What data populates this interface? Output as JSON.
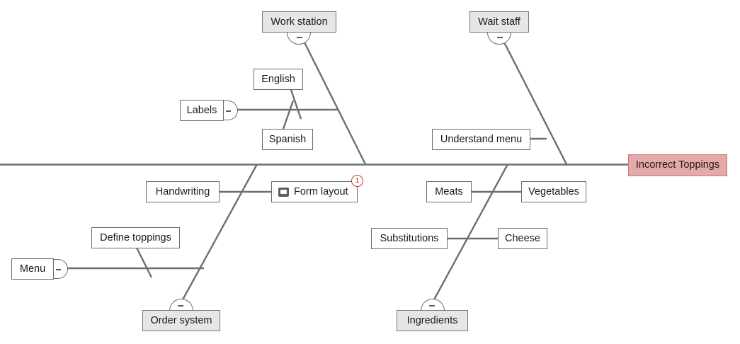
{
  "diagram": {
    "type": "fishbone-ishikawa",
    "effect": {
      "label": "Incorrect Toppings",
      "fill_color": "#e6a9a9",
      "border_color": "#c07c7c"
    },
    "spine_color": "#6e6e6e",
    "category_fill_color": "#e6e6e6",
    "categories": [
      {
        "id": "work-station",
        "label": "Work station",
        "position": "top",
        "collapse_handle": "minus",
        "sub_spines": [
          {
            "id": "labels",
            "label": "Labels",
            "collapse_handle": "minus",
            "causes": [
              "English",
              "Spanish"
            ]
          }
        ]
      },
      {
        "id": "wait-staff",
        "label": "Wait staff",
        "position": "top",
        "collapse_handle": "minus",
        "causes": [
          "Understand menu"
        ]
      },
      {
        "id": "order-system",
        "label": "Order system",
        "position": "bottom",
        "collapse_handle": "minus",
        "causes": [
          "Handwriting",
          "Form layout"
        ],
        "sub_spines": [
          {
            "id": "menu",
            "label": "Menu",
            "collapse_handle": "minus",
            "causes": [
              "Define toppings"
            ]
          }
        ]
      },
      {
        "id": "ingredients",
        "label": "Ingredients",
        "position": "bottom",
        "collapse_handle": "minus",
        "causes": [
          "Meats",
          "Vegetables",
          "Substitutions",
          "Cheese"
        ]
      }
    ],
    "nodes": {
      "work_station": "Work station",
      "wait_staff": "Wait staff",
      "english": "English",
      "spanish": "Spanish",
      "labels": "Labels",
      "understand_menu": "Understand menu",
      "handwriting": "Handwriting",
      "form_layout": "Form layout",
      "define_toppings": "Define toppings",
      "menu": "Menu",
      "order_system": "Order system",
      "meats": "Meats",
      "vegetables": "Vegetables",
      "substitutions": "Substitutions",
      "cheese": "Cheese",
      "ingredients": "Ingredients"
    },
    "annotations": {
      "form_layout_comment_count": "1",
      "form_layout_comment_color": "#d93025",
      "form_layout_icon": "note-icon"
    }
  }
}
